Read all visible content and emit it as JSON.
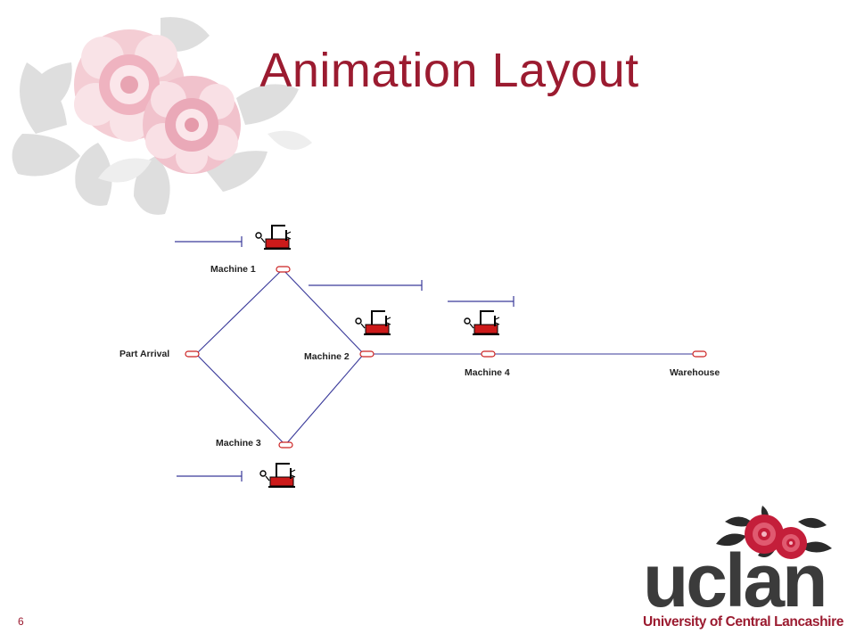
{
  "slide": {
    "title": "Animation Layout",
    "page_number": "6"
  },
  "diagram": {
    "nodes": [
      {
        "id": "machine-1",
        "label": "Machine 1"
      },
      {
        "id": "part-arrival",
        "label": "Part Arrival"
      },
      {
        "id": "machine-2",
        "label": "Machine 2"
      },
      {
        "id": "machine-3",
        "label": "Machine 3"
      },
      {
        "id": "machine-4",
        "label": "Machine 4"
      },
      {
        "id": "warehouse",
        "label": "Warehouse"
      }
    ],
    "connections": [
      [
        "part-arrival",
        "machine-1"
      ],
      [
        "part-arrival",
        "machine-3"
      ],
      [
        "machine-1",
        "machine-2"
      ],
      [
        "machine-3",
        "machine-2"
      ],
      [
        "machine-2",
        "machine-4"
      ],
      [
        "machine-4",
        "warehouse"
      ]
    ]
  },
  "logo": {
    "wordmark": "uclan",
    "tagline": "University of Central Lancashire"
  },
  "colors": {
    "title": "#9b1b30",
    "route_line": "#3a3a9a",
    "station": "#cc2222",
    "resource_red": "#cc1a1a",
    "rose_pink": "#f2c9d0",
    "leaf_grey": "#dcdcdc"
  },
  "icons": [
    "rose-watermark",
    "machine-resource-icon",
    "queue-line",
    "station-marker",
    "rose-logo-icon"
  ]
}
